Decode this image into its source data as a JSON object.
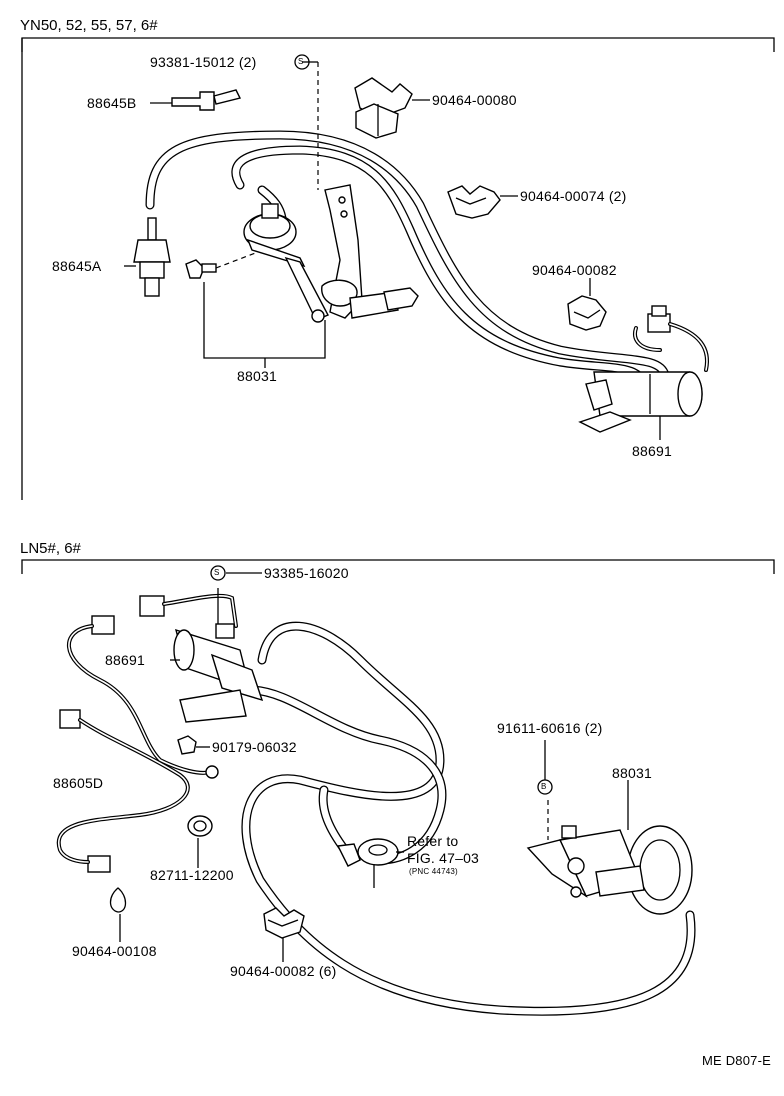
{
  "sections": [
    {
      "title": "YN50, 52, 55, 57, 6#",
      "labels": {
        "screw_pn": "93381-15012 (2)",
        "sym_s": "S",
        "hose_joint_b": "88645B",
        "clamp_80": "90464-00080",
        "clamp_74": "90464-00074 (2)",
        "vsv_a": "88645A",
        "clamp_82": "90464-00082",
        "actuator": "88031",
        "vsv_main": "88691"
      }
    },
    {
      "title": "LN5#, 6#",
      "labels": {
        "sym_s": "S",
        "screw_pn": "93385-16020",
        "vsv_main": "88691",
        "nut_pn": "90179-06032",
        "wire": "88605D",
        "clamp_small": "82711-12200",
        "band_pn": "90464-00108",
        "clamp_82": "90464-00082 (6)",
        "refer_1": "Refer to",
        "refer_2": "FIG. 47–03",
        "refer_3": "(PNC 44743)",
        "bolt_pn": "91611-60616 (2)",
        "sym_b": "B",
        "actuator": "88031"
      }
    }
  ],
  "footer_code": "ME D807-E"
}
